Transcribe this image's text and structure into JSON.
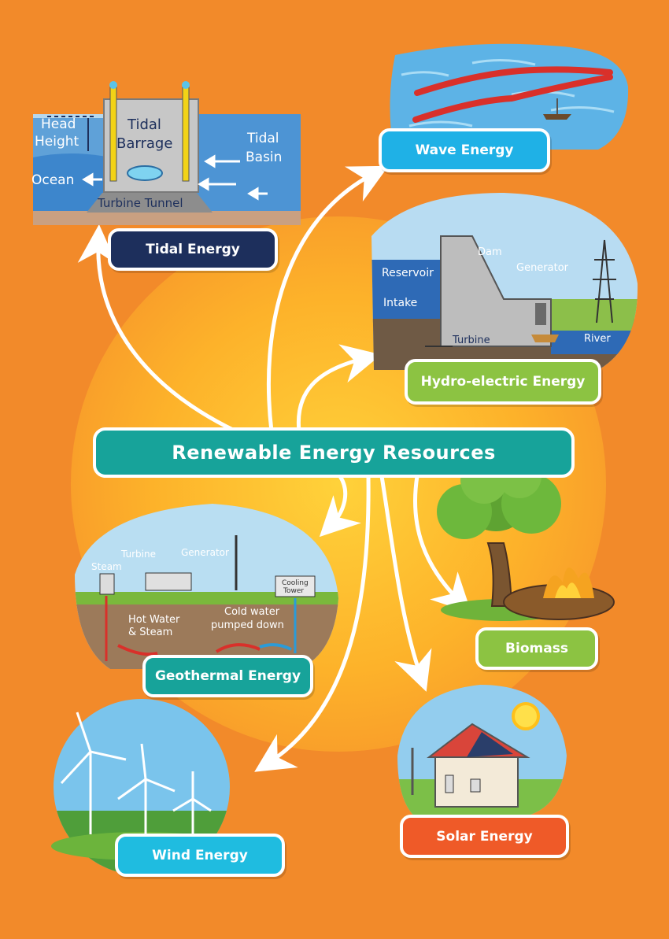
{
  "title": "Renewable Energy Resources",
  "colors": {
    "background": "#f28a2a",
    "sun_glow": "#fbb824",
    "title_box": "#17a39a",
    "tidal_label": "#1d2f5c",
    "wave_label": "#1fb1e6",
    "hydro_label": "#8cc342",
    "biomass_label": "#8cc342",
    "geothermal_label": "#17a39a",
    "wind_label": "#1fbce0",
    "solar_label": "#ef5a28"
  },
  "resources": {
    "tidal": {
      "label": "Tidal Energy",
      "annotations": {
        "head_height_1": "Head",
        "head_height_2": "Height",
        "barrage_1": "Tidal",
        "barrage_2": "Barrage",
        "basin_1": "Tidal",
        "basin_2": "Basin",
        "ocean": "Ocean",
        "tunnel": "Turbine Tunnel"
      }
    },
    "wave": {
      "label": "Wave Energy"
    },
    "hydro": {
      "label": "Hydro-electric Energy",
      "annotations": {
        "dam": "Dam",
        "reservoir": "Reservoir",
        "generator": "Generator",
        "intake": "Intake",
        "turbine": "Turbine",
        "river": "River"
      }
    },
    "biomass": {
      "label": "Biomass"
    },
    "geothermal": {
      "label": "Geothermal Energy",
      "annotations": {
        "turbine": "Turbine",
        "generator": "Generator",
        "steam": "Steam",
        "cooling_1": "Cooling",
        "cooling_2": "Tower",
        "hot_1": "Hot Water",
        "hot_2": "& Steam",
        "cold_1": "Cold water",
        "cold_2": "pumped down"
      }
    },
    "wind": {
      "label": "Wind Energy"
    },
    "solar": {
      "label": "Solar Energy"
    }
  }
}
